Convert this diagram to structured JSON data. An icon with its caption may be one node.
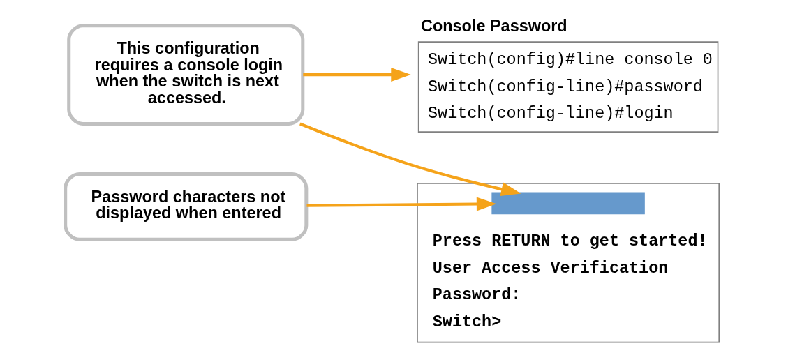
{
  "diagram": {
    "nodes": [
      {
        "text": [
          "This configuration requires a console login when the switch is next accessed."
        ]
      },
      {
        "text": [
          "Console Password",
          "Switch(config)#line console 0",
          "Switch(config-line)#password",
          "Switch(config-line)#login"
        ]
      },
      {
        "text": [
          "Press RETURN to get started!",
          "User Access Verification",
          "Password:",
          "Switch>"
        ]
      },
      {
        "text": [],
        "shape": "bar",
        "in": 2
      },
      {
        "text": [
          "Password characters not displayed when entered"
        ]
      }
    ],
    "edges": [
      {
        "from": 0,
        "to": 1,
        "arrow": "to"
      },
      {
        "from": 0,
        "to": 3,
        "arrow": "to"
      },
      {
        "from": 4,
        "to": 3,
        "arrow": "to"
      }
    ]
  }
}
